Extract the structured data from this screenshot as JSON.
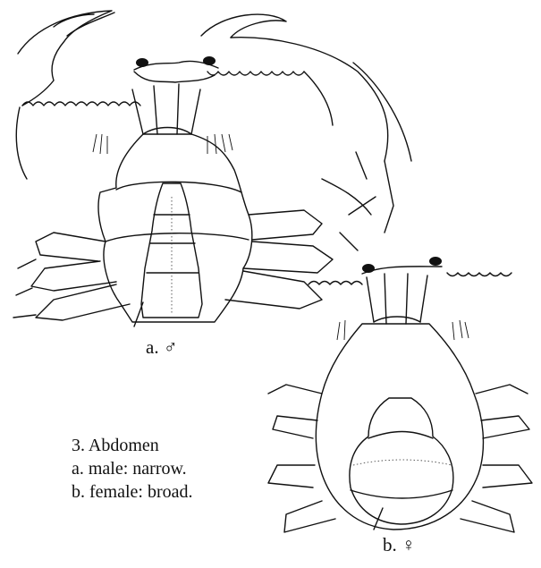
{
  "figure": {
    "caption": {
      "title": "3. Abdomen",
      "line_a": "a. male: narrow.",
      "line_b": "b. female: broad."
    },
    "panel_a": {
      "label": "a. ♂"
    },
    "panel_b": {
      "label": "b. ♀"
    }
  }
}
